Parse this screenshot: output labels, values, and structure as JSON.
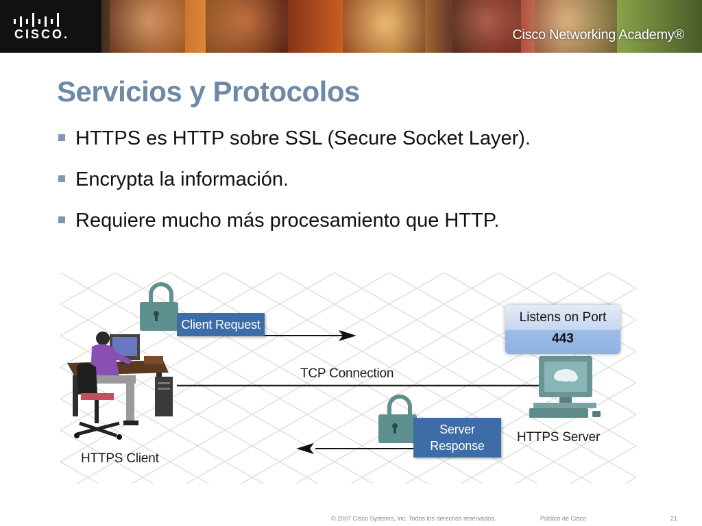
{
  "header": {
    "logo_text": "CISCO.",
    "academy_text": "Cisco Networking Academy®"
  },
  "slide": {
    "title": "Servicios y Protocolos",
    "bullets": [
      "HTTPS es HTTP sobre SSL (Secure Socket Layer).",
      "Encrypta la información.",
      "Requiere mucho más procesamiento que HTTP."
    ]
  },
  "diagram": {
    "client_request": "Client Request",
    "listens_line1": "Listens on Port",
    "listens_port": "443",
    "tcp_connection": "TCP Connection",
    "server_response_line1": "Server",
    "server_response_line2": "Response",
    "https_server": "HTTPS Server",
    "https_client": "HTTPS Client"
  },
  "footer": {
    "copyright": "© 2007 Cisco Systems, Inc. Todos los derechos reservados.",
    "classification": "Público de Cisco",
    "page_number": "21"
  },
  "colors": {
    "title": "#6d89a6",
    "bullet_square": "#7d97b4",
    "tag_blue": "#3d6da6",
    "lock_teal": "#5f9090"
  }
}
